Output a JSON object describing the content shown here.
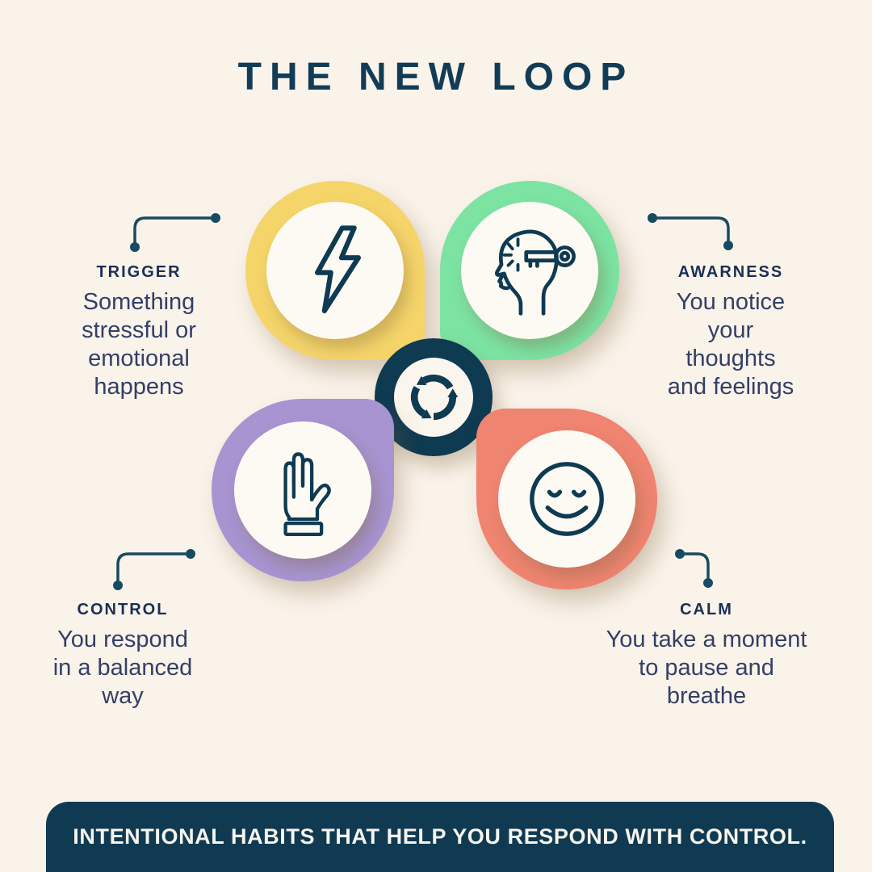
{
  "title": "THE NEW LOOP",
  "steps": {
    "trigger": {
      "label": "TRIGGER",
      "description": "Something\nstressful or\nemotional\nhappens",
      "color": "#F5D56A",
      "icon": "lightning-icon"
    },
    "awareness": {
      "label": "AWARNESS",
      "description": "You notice\nyour\nthoughts\nand feelings",
      "color": "#7CE3A3",
      "icon": "mind-key-icon"
    },
    "control": {
      "label": "CONTROL",
      "description": "You respond\nin a balanced\nway",
      "color": "#A794D1",
      "icon": "raised-hand-icon"
    },
    "calm": {
      "label": "CALM",
      "description": "You take a moment\nto pause and\nbreathe",
      "color": "#EF8471",
      "icon": "calm-face-icon"
    }
  },
  "center": {
    "icon": "cycle-arrows-icon"
  },
  "banner": {
    "text": "INTENTIONAL HABITS THAT HELP YOU RESPOND WITH CONTROL."
  },
  "colors": {
    "background": "#FAF3EA",
    "navy": "#0E3A52",
    "title_text": "#123C56",
    "label_text": "#1B2F55",
    "body_text": "#333F66",
    "connector": "#174A63",
    "banner_bg": "#0F3A52",
    "banner_text": "#F7F4ED",
    "inner_circle": "#FDFAF4"
  }
}
